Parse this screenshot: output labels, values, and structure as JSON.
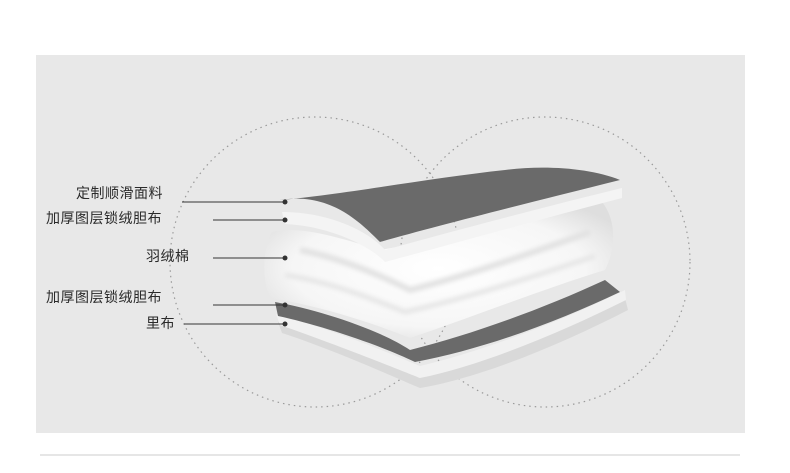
{
  "labels": [
    "定制顺滑面料",
    "加厚图层锁绒胆布",
    "羽绒棉",
    "加厚图层锁绒胆布",
    "里布"
  ],
  "colors": {
    "panel": "#e8e8e8",
    "fabric_dark": "#6a6a6a",
    "fabric_light": "#f2f2f2",
    "down_fill": "#ffffff",
    "leader_line": "#333333"
  }
}
